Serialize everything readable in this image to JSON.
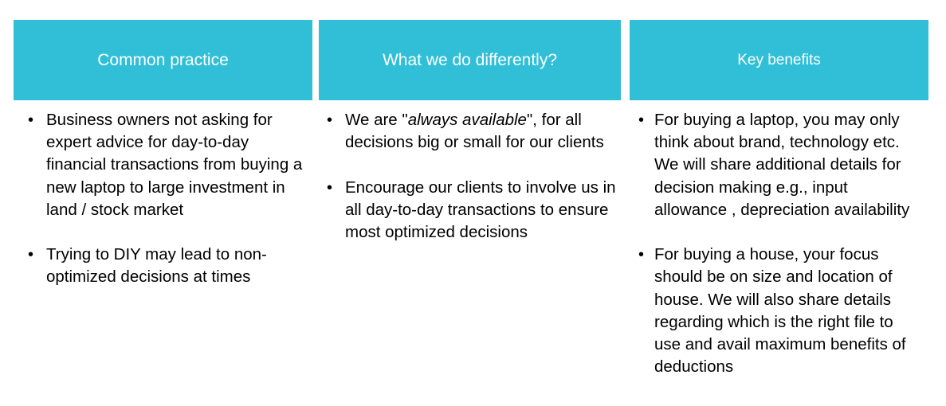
{
  "columns": [
    {
      "header": "Common practice",
      "bullets": [
        "Business owners not asking for expert advice for day-to-day financial transactions from buying a new laptop to large investment in land / stock market",
        "Trying to DIY may lead to non-optimized decisions at times"
      ]
    },
    {
      "header": "What we do differently?",
      "bullet1_prefix": "We are \"",
      "bullet1_emphasis": "always available",
      "bullet1_suffix": "\", for all decisions big or small for our clients",
      "bullet2": "Encourage our clients to involve us in all day-to-day transactions to ensure most optimized decisions"
    },
    {
      "header": "Key benefits",
      "bullets": [
        "For buying a laptop, you may only think about brand, technology etc. We will share additional details for decision making e.g., input allowance , depreciation availability",
        "For buying a house, your focus should be on size and location of house. We will also share details regarding which is the right file to use and avail maximum benefits of deductions"
      ]
    }
  ],
  "colors": {
    "header_background": "#30bfd6",
    "header_text": "#ffffff",
    "body_text": "#000000"
  }
}
